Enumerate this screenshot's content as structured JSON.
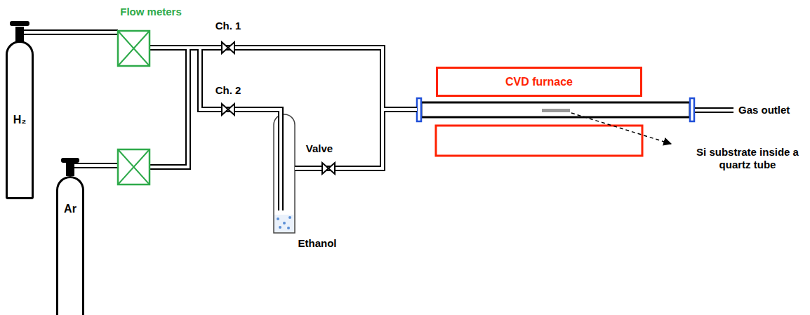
{
  "diagram": {
    "nodes": [
      {
        "text": [
          "H₂"
        ]
      },
      {
        "text": [
          "Ar"
        ]
      },
      {
        "text": [
          "CVD furnace"
        ]
      }
    ],
    "labels": [
      "Flow meters",
      "Ch. 1",
      "Ch. 2",
      "Valve",
      "Ethanol",
      "Gas outlet",
      "Si substrate inside a quartz tube"
    ]
  }
}
